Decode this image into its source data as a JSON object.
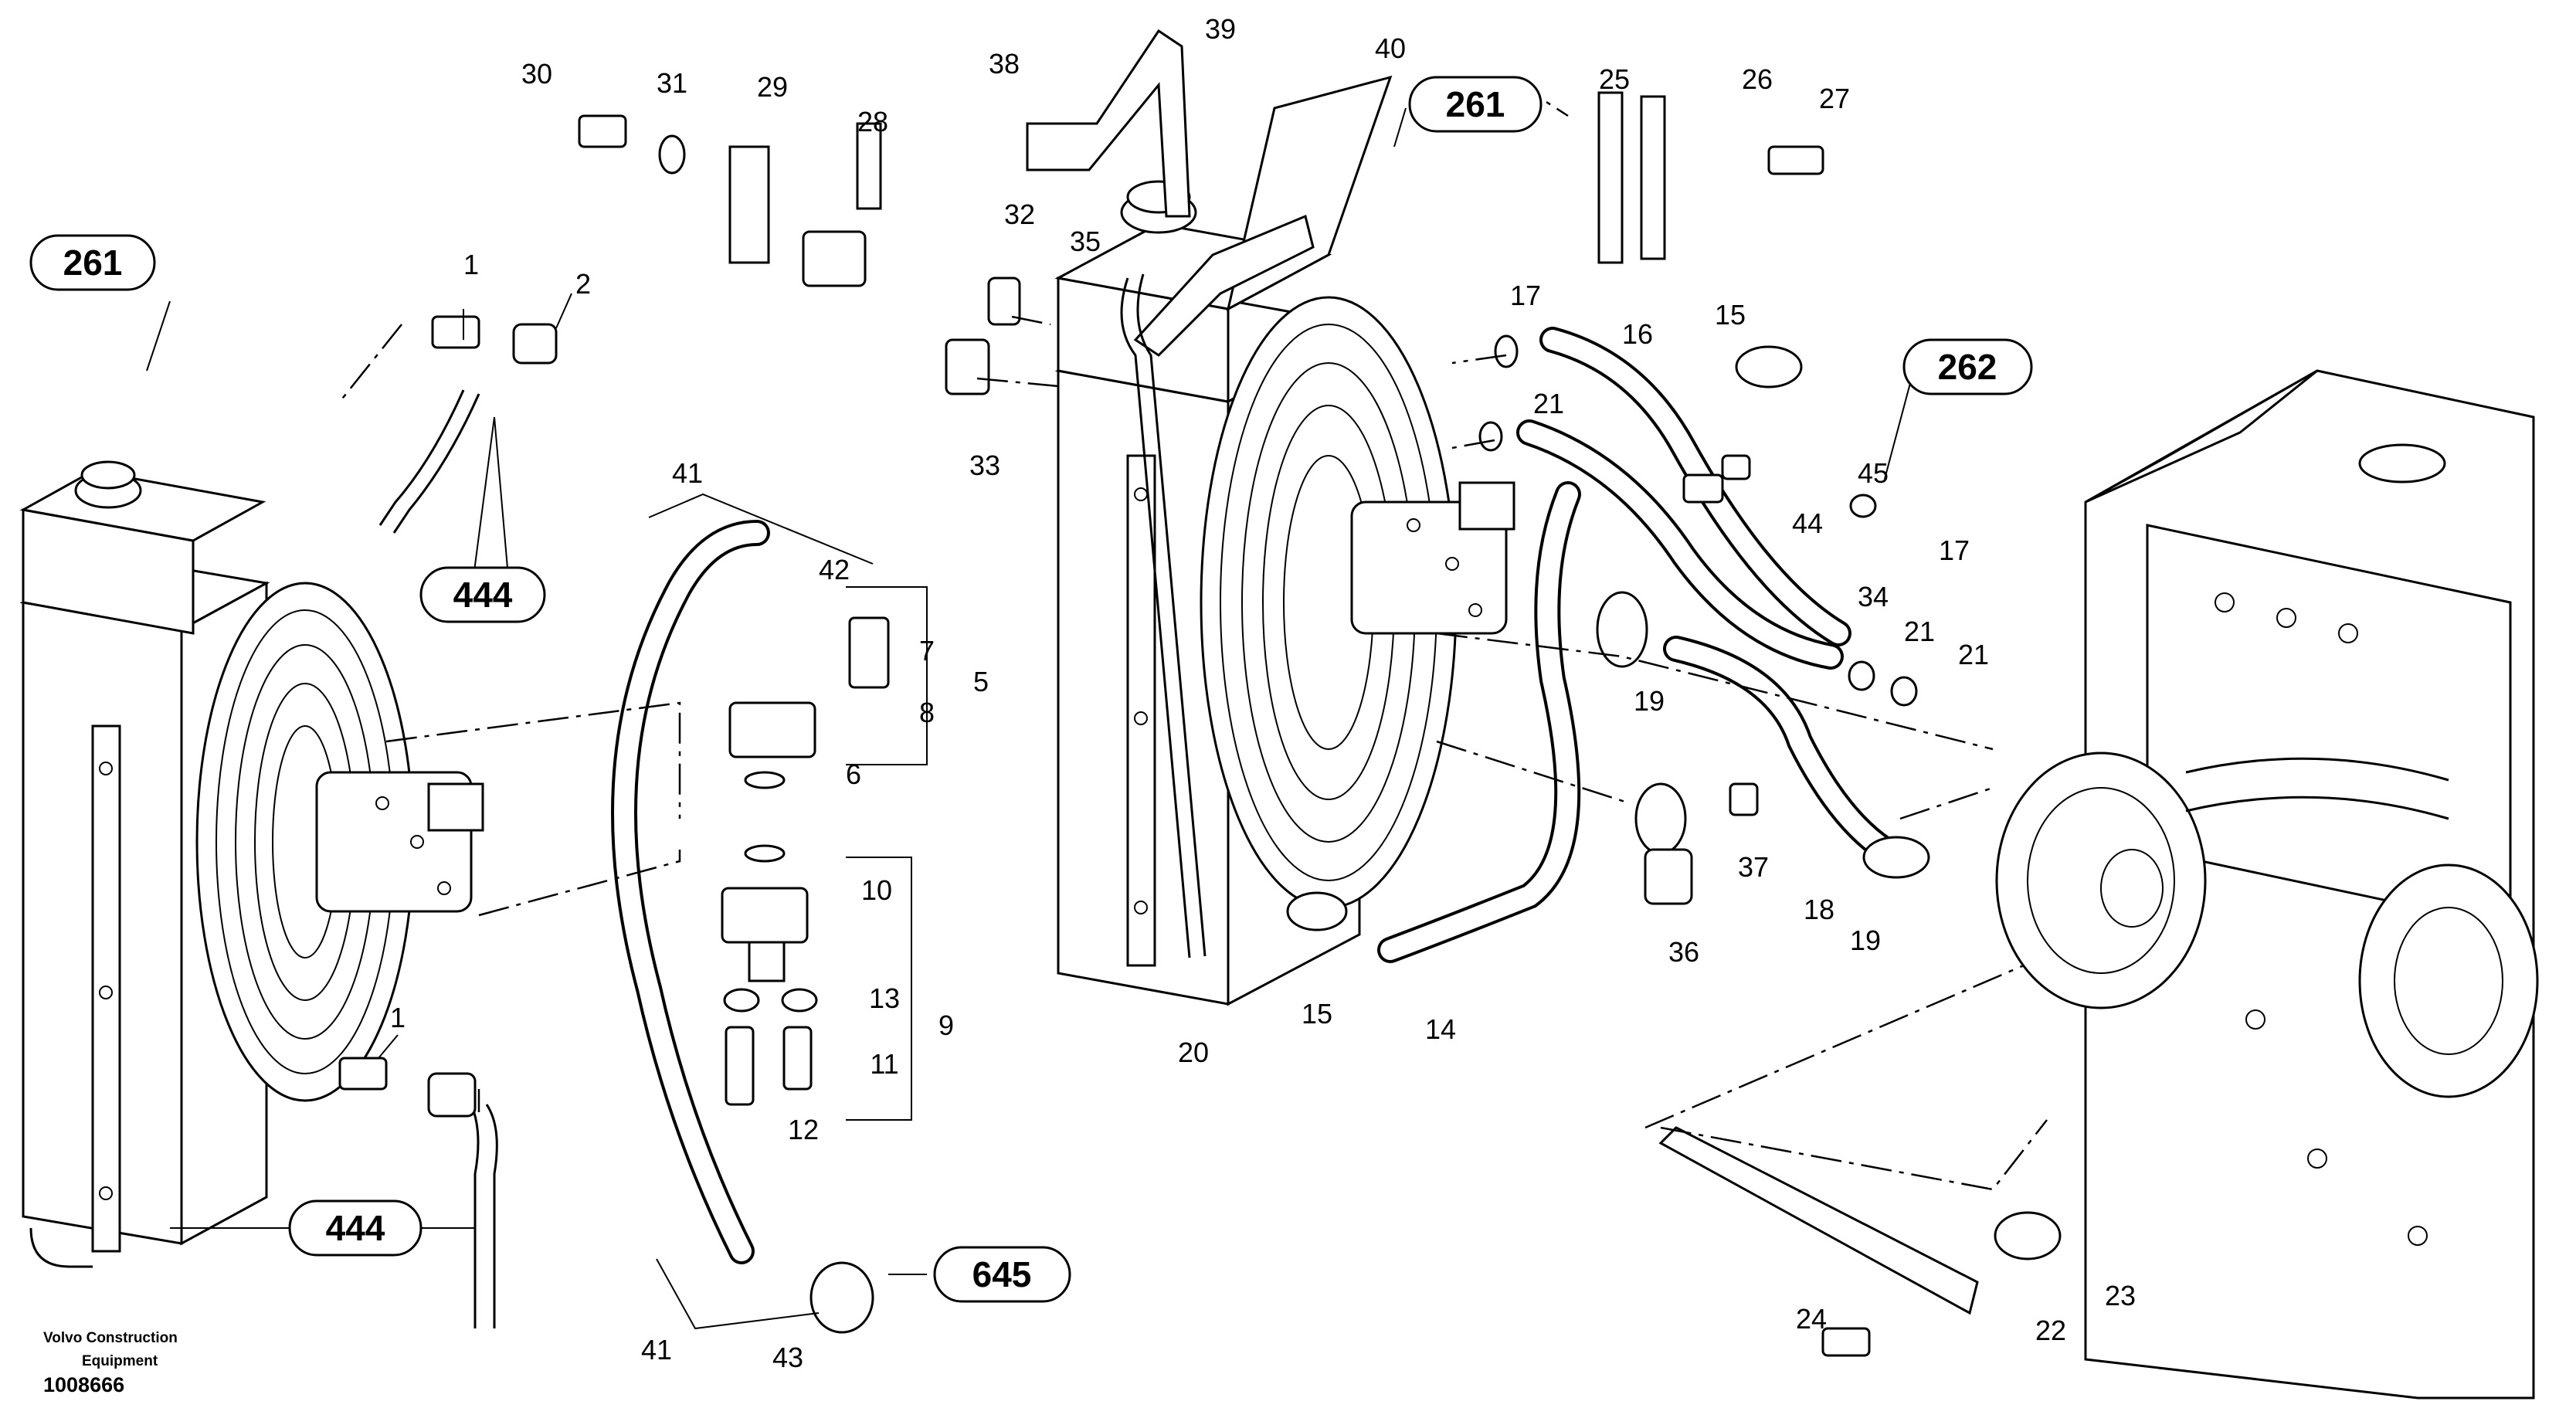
{
  "reference_labels": [
    "261",
    "261",
    "262",
    "444",
    "444",
    "645"
  ],
  "part_labels": [
    "1",
    "2",
    "1",
    "30",
    "31",
    "29",
    "28",
    "38",
    "39",
    "40",
    "32",
    "35",
    "33",
    "25",
    "26",
    "27",
    "17",
    "16",
    "15",
    "21",
    "45",
    "17",
    "44",
    "34",
    "21",
    "21",
    "19",
    "37",
    "36",
    "18",
    "19",
    "15",
    "14",
    "20",
    "41",
    "42",
    "7",
    "5",
    "8",
    "6",
    "10",
    "13",
    "11",
    "9",
    "12",
    "41",
    "43",
    "24",
    "22",
    "23"
  ],
  "footer": {
    "company_line1": "Volvo Construction",
    "company_line2": "Equipment",
    "drawing_number": "1008666"
  }
}
